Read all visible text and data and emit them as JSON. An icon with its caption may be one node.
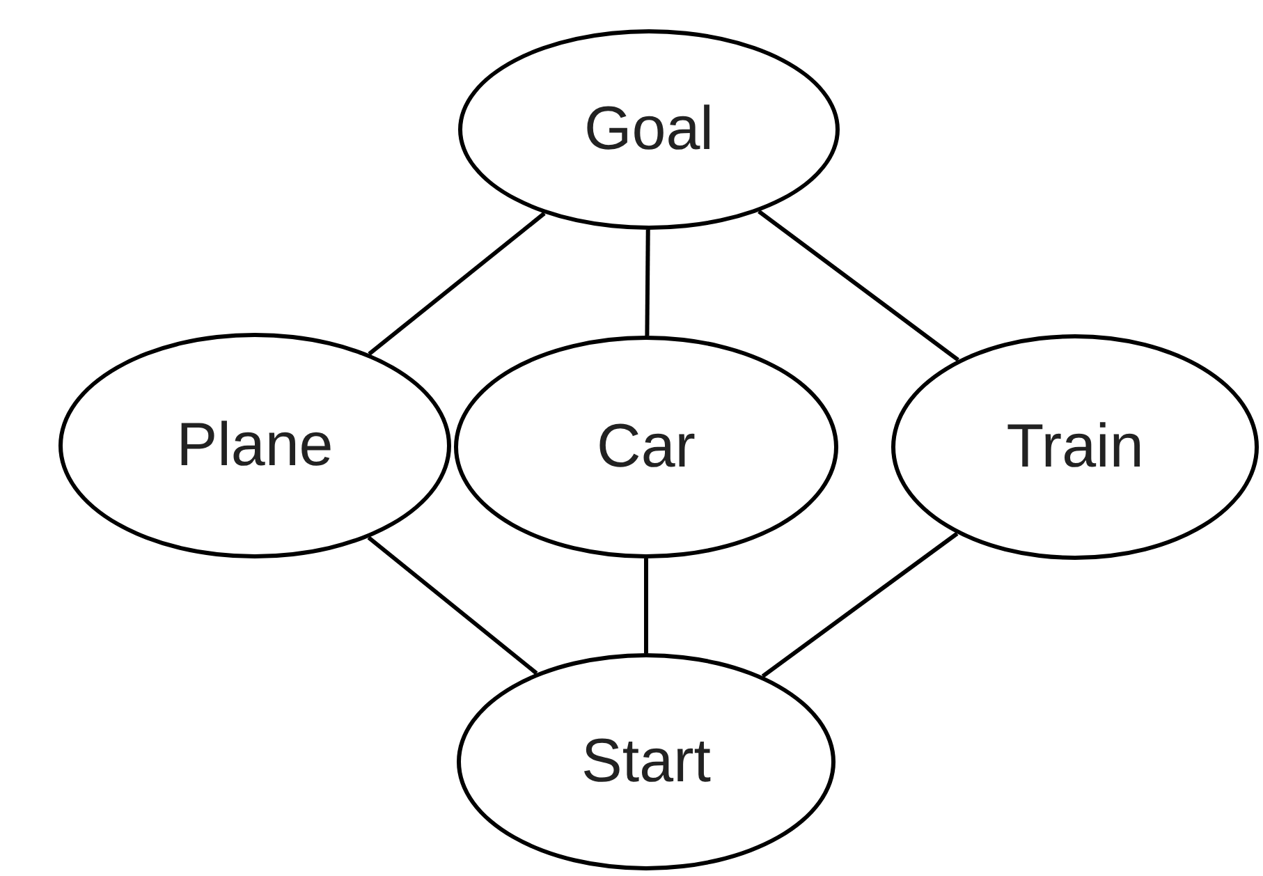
{
  "diagram": {
    "nodes": [
      {
        "text": [
          "Goal"
        ]
      },
      {
        "text": [
          "Plane"
        ]
      },
      {
        "text": [
          "Car"
        ]
      },
      {
        "text": [
          "Train"
        ]
      },
      {
        "text": [
          "Start"
        ]
      }
    ],
    "edges": [
      {
        "from": 0,
        "to": 1,
        "arrow": "none"
      },
      {
        "from": 0,
        "to": 2,
        "arrow": "none"
      },
      {
        "from": 0,
        "to": 3,
        "arrow": "none"
      },
      {
        "from": 1,
        "to": 4,
        "arrow": "none"
      },
      {
        "from": 2,
        "to": 4,
        "arrow": "none"
      },
      {
        "from": 3,
        "to": 4,
        "arrow": "none"
      }
    ]
  }
}
